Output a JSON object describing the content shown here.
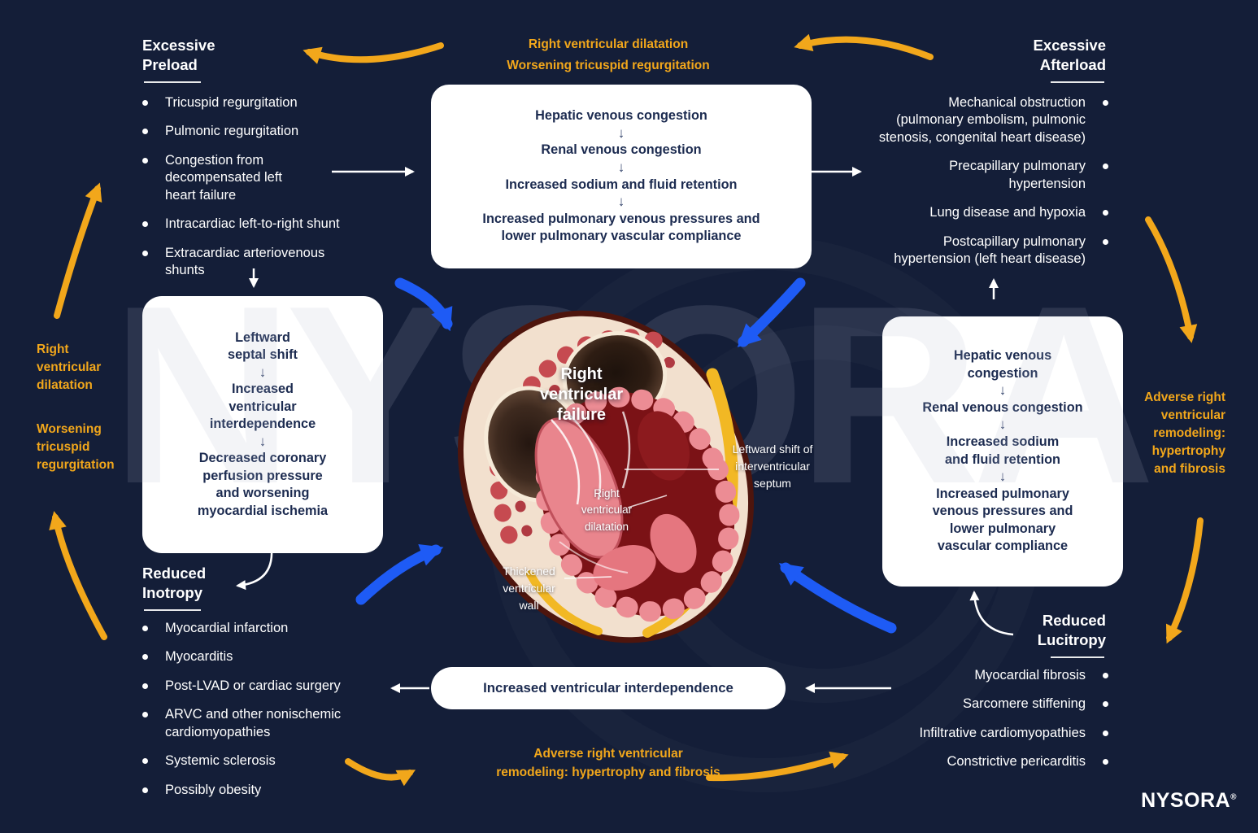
{
  "colors": {
    "background": "#141E38",
    "yellow": "#F2A71B",
    "blue": "#1E5BF5",
    "box_text": "#1C2B50"
  },
  "watermark": "NYSORA",
  "logo": {
    "text": "NYSORA",
    "reg": "®"
  },
  "top_cycle_label": {
    "line1": "Right ventricular dilatation",
    "line2": "Worsening tricuspid regurgitation"
  },
  "left_cycle_label": {
    "label1": "Right\nventricular\ndilatation",
    "label2": "Worsening\ntricuspid\nregurgitation"
  },
  "right_cycle_label": "Adverse right\nventricular\nremodeling:\nhypertrophy\nand fibrosis",
  "bottom_cycle_label": {
    "line1": "Adverse right ventricular",
    "line2": "remodeling: hypertrophy and fibrosis"
  },
  "excessive_preload": {
    "title": "Excessive\nPreload",
    "items": [
      "Tricuspid regurgitation",
      "Pulmonic regurgitation",
      "Congestion from\ndecompensated left\nheart failure",
      "Intracardiac left-to-right shunt",
      "Extracardiac arteriovenous\nshunts"
    ]
  },
  "excessive_afterload": {
    "title": "Excessive\nAfterload",
    "items": [
      "Mechanical obstruction\n(pulmonary embolism, pulmonic\nstenosis, congenital heart disease)",
      "Precapillary pulmonary\nhypertension",
      "Lung disease and hypoxia",
      "Postcapillary pulmonary\nhypertension (left heart disease)"
    ]
  },
  "reduced_inotropy": {
    "title": "Reduced\nInotropy",
    "items": [
      "Myocardial infarction",
      "Myocarditis",
      "Post-LVAD or cardiac surgery",
      "ARVC and other nonischemic\ncardiomyopathies",
      "Systemic sclerosis",
      "Possibly obesity"
    ]
  },
  "reduced_lucitropy": {
    "title": "Reduced\nLucitropy",
    "items": [
      "Myocardial fibrosis",
      "Sarcomere stiffening",
      "Infiltrative cardiomyopathies",
      "Constrictive pericarditis"
    ]
  },
  "top_box_steps": [
    "Hepatic venous congestion",
    "Renal venous congestion",
    "Increased sodium and fluid retention",
    "Increased pulmonary venous pressures and\nlower pulmonary vascular compliance"
  ],
  "left_box_steps": [
    "Leftward\nseptal shift",
    "Increased\nventricular\ninterdependence",
    "Decreased coronary\nperfusion pressure\nand worsening\nmyocardial ischemia"
  ],
  "right_box_steps": [
    "Hepatic venous\ncongestion",
    "Renal venous congestion",
    "Increased sodium\nand fluid retention",
    "Increased pulmonary\nvenous pressures and\nlower pulmonary\nvascular compliance"
  ],
  "bottom_box_text": "Increased ventricular interdependence",
  "heart_labels": {
    "title": "Right\nventricular\nfailure",
    "dilatation": "Right\nventricular\ndilatation",
    "septum": "Leftward shift of\ninterventricular\nseptum",
    "wall": "Thickened\nventricular\nwall"
  }
}
